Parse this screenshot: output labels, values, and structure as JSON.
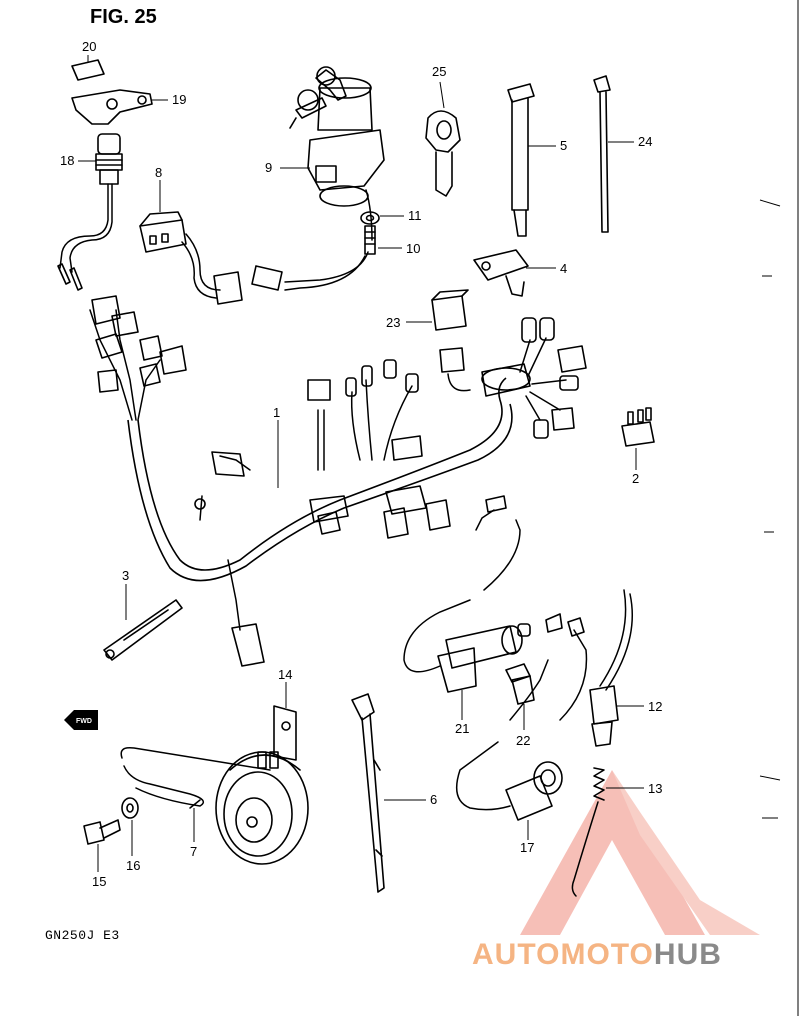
{
  "figure": {
    "title": "FIG. 25",
    "model_code": "GN250J  E3"
  },
  "callouts": [
    {
      "n": "20"
    },
    {
      "n": "19"
    },
    {
      "n": "18"
    },
    {
      "n": "9"
    },
    {
      "n": "25"
    },
    {
      "n": "5"
    },
    {
      "n": "24"
    },
    {
      "n": "8"
    },
    {
      "n": "11"
    },
    {
      "n": "10"
    },
    {
      "n": "4"
    },
    {
      "n": "23"
    },
    {
      "n": "1"
    },
    {
      "n": "2"
    },
    {
      "n": "3"
    },
    {
      "n": "14"
    },
    {
      "n": "12"
    },
    {
      "n": "21"
    },
    {
      "n": "22"
    },
    {
      "n": "13"
    },
    {
      "n": "6"
    },
    {
      "n": "7"
    },
    {
      "n": "16"
    },
    {
      "n": "15"
    },
    {
      "n": "17"
    }
  ],
  "fwd_marker": {
    "label": "FWD"
  },
  "watermark": {
    "part_a": "AUTOMOTO",
    "part_b": "HUB",
    "color_a": "#f5b483",
    "color_b": "#8a8a8a",
    "triangle_color": "#f08c7e"
  }
}
